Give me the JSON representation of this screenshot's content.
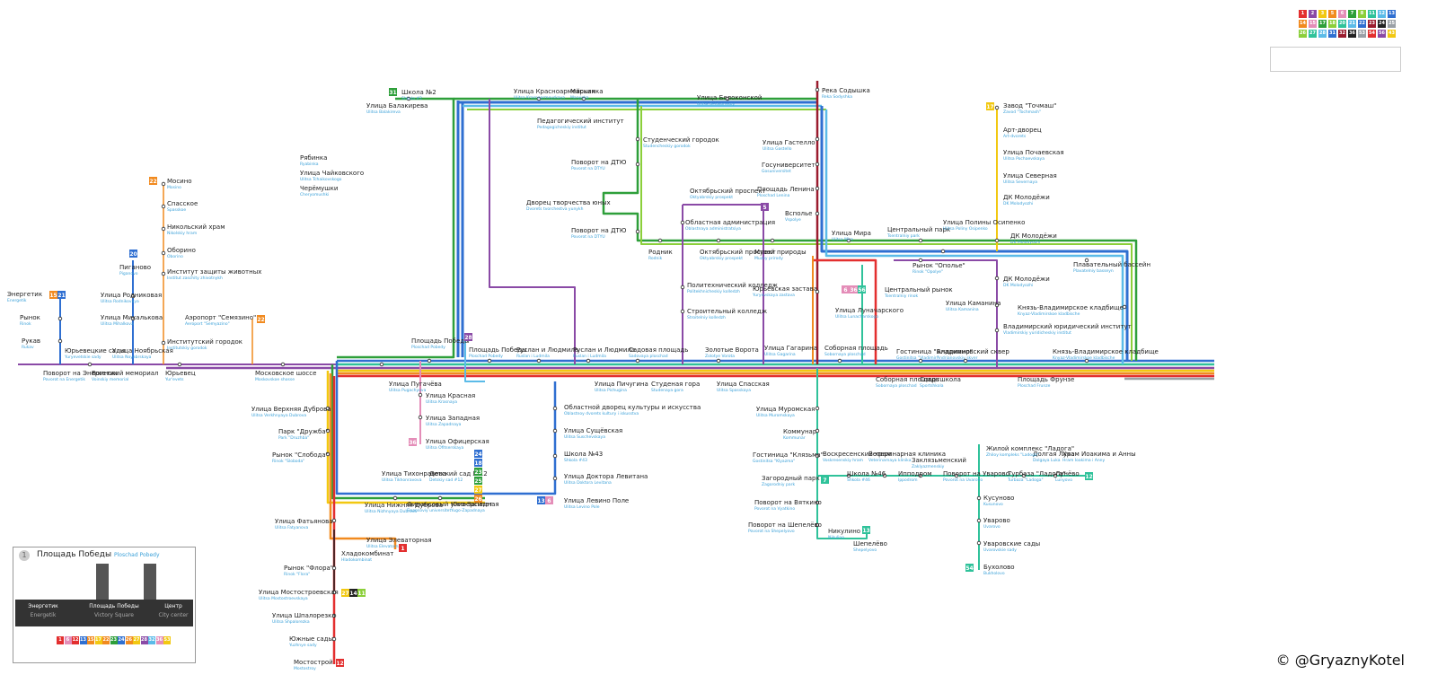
{
  "credit": "© @GryaznyKotel",
  "colors": {
    "red": "#e32f2f",
    "orange": "#f18a1f",
    "yellow": "#f2c811",
    "green": "#2e9f3a",
    "lightgreen": "#8bcf3a",
    "blue": "#2f6fd1",
    "lightblue": "#5bbbe8",
    "purple": "#8a4aa6",
    "teal": "#2fc29a",
    "pink": "#e48db8",
    "darkred": "#9b1c2e",
    "gray": "#9aa0a6",
    "black": "#222222"
  },
  "route_legend_top": [
    [
      "1",
      "2",
      "3",
      "5",
      "6",
      "7",
      "8",
      "11",
      "12",
      "13"
    ],
    [
      "14",
      "15",
      "17",
      "18",
      "20",
      "21",
      "22",
      "23",
      "24",
      "25"
    ],
    [
      "26",
      "27",
      "28",
      "31",
      "32",
      "36",
      "53",
      "54",
      "56",
      "43"
    ]
  ],
  "stations": [
    {
      "id": "school2",
      "name": "Школа №2",
      "tr": "Shkola #2"
    },
    {
      "id": "balakireva",
      "name": "Улица Балакирева",
      "tr": "Ulitsa Balakireva"
    },
    {
      "id": "krasnoarm",
      "name": "Улица Красноармейская",
      "tr": "Ulitsa Krasnoarmeyskaya"
    },
    {
      "id": "maryinka",
      "name": "Марьинка",
      "tr": "Maryinka"
    },
    {
      "id": "belokonskoy",
      "name": "Улица Белоконской",
      "tr": "Ulitsa Belokonskoy"
    },
    {
      "id": "sodyshka",
      "name": "Река Содышка",
      "tr": "Reka Sodyshka"
    },
    {
      "id": "zavod",
      "name": "Завод \"Точмаш\"",
      "tr": "Zavod \"Tochmash\""
    },
    {
      "id": "pedinst",
      "name": "Педагогический институт",
      "tr": "Pedagogicheskiy institut"
    },
    {
      "id": "studgorod",
      "name": "Студенческий городок",
      "tr": "Studencheskiy gorodok"
    },
    {
      "id": "gastello",
      "name": "Улица Гастелло",
      "tr": "Ulitsa Gastello"
    },
    {
      "id": "gosuni",
      "name": "Госуниверситет",
      "tr": "Gosuniversitet"
    },
    {
      "id": "lenina",
      "name": "Площадь Ленина",
      "tr": "Ploschad Lenina"
    },
    {
      "id": "vspolye",
      "name": "Всполье",
      "tr": "Vspolye"
    },
    {
      "id": "artdvorets",
      "name": "Арт-дворец",
      "tr": "Art-dvorets"
    },
    {
      "id": "pochaevskaya",
      "name": "Улица Почаевская",
      "tr": "Ulitsa Pochaevskaya"
    },
    {
      "id": "severnaya",
      "name": "Улица Северная",
      "tr": "Ulitsa Severnaya"
    },
    {
      "id": "dkmolod1",
      "name": "ДК Молодёжи",
      "tr": "DK Molodyozhi"
    },
    {
      "id": "mosino",
      "name": "Мосино",
      "tr": "Mosino"
    },
    {
      "id": "spasskoe",
      "name": "Спасское",
      "tr": "Spasskoe"
    },
    {
      "id": "nikolskiy",
      "name": "Никольский храм",
      "tr": "Nikolskiy hram"
    },
    {
      "id": "oborino",
      "name": "Оборино",
      "tr": "Oborino"
    },
    {
      "id": "institut_zh",
      "name": "Институт защиты животных",
      "tr": "Institut zaschity zhivotnykh"
    },
    {
      "id": "piganovo",
      "name": "Пиганово",
      "tr": "Piganovo"
    },
    {
      "id": "rodnikovaya",
      "name": "Улица Родниковая",
      "tr": "Ulitsa Rodnikovaya"
    },
    {
      "id": "mihalkova",
      "name": "Улица Михалькова",
      "tr": "Ulitsa Mihalkova"
    },
    {
      "id": "aeroport",
      "name": "Аэропорт \"Семязино\"",
      "tr": "Aeroport \"Semyazino\""
    },
    {
      "id": "instgorodok",
      "name": "Институтский городок",
      "tr": "Institutskiy gorodok"
    },
    {
      "id": "energetik",
      "name": "Энергетик",
      "tr": "Energetik"
    },
    {
      "id": "rynok",
      "name": "Рынок",
      "tr": "Rinok"
    },
    {
      "id": "rukav",
      "name": "Рукав",
      "tr": "Rukav"
    },
    {
      "id": "ryabinka",
      "name": "Рябинка",
      "tr": "Ryabinka"
    },
    {
      "id": "chaykovskogo",
      "name": "Улица Чайковского",
      "tr": "Ulitsa Tchaikovskogo"
    },
    {
      "id": "cheremushki",
      "name": "Черёмушки",
      "tr": "Cheryomushki"
    },
    {
      "id": "dtyu1",
      "name": "Поворот на ДТЮ",
      "tr": "Povorot na DTYU"
    },
    {
      "id": "dvorets_yun",
      "name": "Дворец творчества юных",
      "tr": "Dvorets tvorchestva yunykh"
    },
    {
      "id": "dtyu2",
      "name": "Поворот на ДТЮ",
      "tr": "Povorot na DTYU"
    },
    {
      "id": "oktyabr",
      "name": "Октябрьский проспект",
      "tr": "Oktyabrskiy prospekt"
    },
    {
      "id": "oblast_adm",
      "name": "Областная администрация",
      "tr": "Oblastnaya administratsiya"
    },
    {
      "id": "rodnik",
      "name": "Родник",
      "tr": "Rodnik"
    },
    {
      "id": "oktyabr2",
      "name": "Октябрьский проспект",
      "tr": "Oktyabrskiy prospekt"
    },
    {
      "id": "muzey",
      "name": "Музей природы",
      "tr": "Muzey prirody"
    },
    {
      "id": "mira",
      "name": "Улица Мира",
      "tr": "Ulitsa Mira"
    },
    {
      "id": "tspark",
      "name": "Центральный парк",
      "tr": "Tsentralniy park"
    },
    {
      "id": "osipenko",
      "name": "Улица Полины Осипенко",
      "tr": "Ulitsa Poliny Osipenko"
    },
    {
      "id": "dkmolod2",
      "name": "ДК Молодёжи",
      "tr": "DK Molodyozhi"
    },
    {
      "id": "opole",
      "name": "Рынок \"Ополье\"",
      "tr": "Rinok \"Opolye\""
    },
    {
      "id": "dkmolod3",
      "name": "ДК Молодёжи",
      "tr": "DK Molodyozhi"
    },
    {
      "id": "basseyn",
      "name": "Плавательный бассейн",
      "tr": "Plavatelniy basseyn"
    },
    {
      "id": "polytech",
      "name": "Политехнический колледж",
      "tr": "Politekhnicheskiy kolledzh"
    },
    {
      "id": "stroit",
      "name": "Строительный колледж",
      "tr": "Stroitelniy kolledzh"
    },
    {
      "id": "yuryev_zast",
      "name": "Юрьевская застава",
      "tr": "Yuryevskaya zastava"
    },
    {
      "id": "lunacharskogo",
      "name": "Улица Луначарского",
      "tr": "Ulitsa Lunacharskogo"
    },
    {
      "id": "ts_rynok",
      "name": "Центральный рынок",
      "tr": "Tsentralniy rinok"
    },
    {
      "id": "kamanina",
      "name": "Улица Каманина",
      "tr": "Ulitsa Kamanina"
    },
    {
      "id": "kladbische1",
      "name": "Князь-Владимирское кладбище",
      "tr": "Knyaz-Vladimirskoe kladbische"
    },
    {
      "id": "yur_inst",
      "name": "Владимирский юридический институт",
      "tr": "Vladimirskiy yuridicheskiy institut"
    },
    {
      "id": "ploschad_pob",
      "name": "Площадь Победы",
      "tr": "Ploschad Pobedy"
    },
    {
      "id": "ploschad_pob2",
      "name": "Площадь Победы",
      "tr": "Ploschad Pobedy"
    },
    {
      "id": "ruslan",
      "name": "Руслан и Людмила",
      "tr": "Ruslan i Ludmila"
    },
    {
      "id": "ruslan2",
      "name": "Руслан и Людмила",
      "tr": "Ruslan i Ludmila"
    },
    {
      "id": "sadovaya",
      "name": "Садовая площадь",
      "tr": "Sadovaya ploschad"
    },
    {
      "id": "zolotye",
      "name": "Золотые Ворота",
      "tr": "Zolotye Vorota"
    },
    {
      "id": "gagarina",
      "name": "Улица Гагарина",
      "tr": "Ulitsa Gagarina"
    },
    {
      "id": "sobornaya1",
      "name": "Соборная площадь",
      "tr": "Sobornaya ploschad"
    },
    {
      "id": "gost_vladimir",
      "name": "Гостиница \"Владимир\"",
      "tr": "Gostinitsa \"Vladimir\""
    },
    {
      "id": "andrian",
      "name": "Андриановский сквер",
      "tr": "Andrianovskiy skver"
    },
    {
      "id": "kladbische2",
      "name": "Князь-Владимирское кладбище",
      "tr": "Knyaz-Vladimirskoe kladbische"
    },
    {
      "id": "yuryevets",
      "name": "Юрьевец",
      "tr": "Yur'evets"
    },
    {
      "id": "mosk_shosse",
      "name": "Московское шоссе",
      "tr": "Moskovskoe shosse"
    },
    {
      "id": "povorot_en",
      "name": "Поворот на Энергетик",
      "tr": "Povorot na Energetik"
    },
    {
      "id": "yuryev_sady",
      "name": "Юрьевецкие сады",
      "tr": "Yuryevetskie sady"
    },
    {
      "id": "voinskiy",
      "name": "Воинский мемориал",
      "tr": "Voinskiy memorial"
    },
    {
      "id": "noyabrskaya",
      "name": "Улица Ноябрьская",
      "tr": "Ulitsa Noyabrskaya"
    },
    {
      "id": "pugachyova",
      "name": "Улица Пугачёва",
      "tr": "Ulitsa Pugachyova"
    },
    {
      "id": "krasnaya",
      "name": "Улица Красная",
      "tr": "Ulitsa Krasnaya"
    },
    {
      "id": "zapadnaya",
      "name": "Улица Западная",
      "tr": "Ulitsa Zapadnaya"
    },
    {
      "id": "ofitserskaya",
      "name": "Улица Офицерская",
      "tr": "Ulitsa Ofitserskaya"
    },
    {
      "id": "pichugina",
      "name": "Улица Пичугина",
      "tr": "Ulitsa Pichugina"
    },
    {
      "id": "studgora",
      "name": "Студеная гора",
      "tr": "Studenaya gora"
    },
    {
      "id": "spasskaya",
      "name": "Улица Спасская",
      "tr": "Ulitsa Spasskaya"
    },
    {
      "id": "sobornaya2",
      "name": "Соборная площадь",
      "tr": "Sobornaya ploschad"
    },
    {
      "id": "sportshkola",
      "name": "Спортшкола",
      "tr": "Sportshkola"
    },
    {
      "id": "frunze",
      "name": "Площадь Фрунзе",
      "tr": "Ploschad Frunze"
    },
    {
      "id": "obl_dvorets",
      "name": "Областной дворец культуры и искусства",
      "tr": "Oblastnoy dvorets kultury i iskusstva"
    },
    {
      "id": "muromskaya",
      "name": "Улица Муромская",
      "tr": "Ulitsa Muromskaya"
    },
    {
      "id": "verh_dubrova",
      "name": "Улица Верхняя Дуброва",
      "tr": "Ulitsa Verkhnyaya Dubrova"
    },
    {
      "id": "druzhba",
      "name": "Парк \"Дружба\"",
      "tr": "Park \"Druzhba\""
    },
    {
      "id": "sloboda",
      "name": "Рынок \"Слобода\"",
      "tr": "Rinok \"Sloboda\""
    },
    {
      "id": "suschevskaya",
      "name": "Улица Сущёвская",
      "tr": "Ulitsa Suschevskaya"
    },
    {
      "id": "school43",
      "name": "Школа №43",
      "tr": "Shkola #43"
    },
    {
      "id": "levitana",
      "name": "Улица Доктора Левитана",
      "tr": "Ulitsa Doktora Levitana"
    },
    {
      "id": "levino",
      "name": "Улица Левино Поле",
      "tr": "Ulitsa Levino Pole"
    },
    {
      "id": "kommunar",
      "name": "Коммунар",
      "tr": "Kommunar"
    },
    {
      "id": "klyazma",
      "name": "Гостиница \"Клязьма\"",
      "tr": "Gostinitsa \"Klyazma\""
    },
    {
      "id": "zagorodniy",
      "name": "Загородный парк",
      "tr": "Zagorodniy park"
    },
    {
      "id": "vyatkino",
      "name": "Поворот на Вяткино",
      "tr": "Povorot na Vyatkino"
    },
    {
      "id": "shepelevo_p",
      "name": "Поворот на Шепелёво",
      "tr": "Povorot na Shepelyovo"
    },
    {
      "id": "nikulino",
      "name": "Никулино",
      "tr": "Nikulino"
    },
    {
      "id": "shepelevo",
      "name": "Шепелёво",
      "tr": "Shepelyovo"
    },
    {
      "id": "voskres",
      "name": "Воскресенский храм",
      "tr": "Voskresenskiy hram"
    },
    {
      "id": "school46",
      "name": "Школа №46",
      "tr": "Shkola #46"
    },
    {
      "id": "veterinar",
      "name": "Ветеринарная клиника",
      "tr": "Veterinarnaya klinika"
    },
    {
      "id": "ippodrom",
      "name": "Ипподром",
      "tr": "Ippodrom"
    },
    {
      "id": "zaklyazm",
      "name": "Заклязьменский",
      "tr": "Zaklyazmenskiy"
    },
    {
      "id": "uvarovo_p",
      "name": "Поворот на Уварово",
      "tr": "Povorot na Uvarovo"
    },
    {
      "id": "ladoga",
      "name": "Жилой комплекс \"Ладога\"",
      "tr": "Zhiloy kompleks \"Ladoga\""
    },
    {
      "id": "turbaza",
      "name": "Турбаза \"Ладога\"",
      "tr": "Turbaza \"Ladoga\""
    },
    {
      "id": "dolgaya",
      "name": "Долгая Лука",
      "tr": "Dolgaya Luka"
    },
    {
      "id": "lunevo",
      "name": "Лунёво",
      "tr": "Lunyovo"
    },
    {
      "id": "ioakim",
      "name": "Храм Иоакима и Анны",
      "tr": "Hram Ioakima i Anny"
    },
    {
      "id": "kusunovo",
      "name": "Кусуново",
      "tr": "Kusunovo"
    },
    {
      "id": "uvarovo",
      "name": "Уварово",
      "tr": "Uvarovo"
    },
    {
      "id": "uvarov_sady",
      "name": "Уваровские сады",
      "tr": "Uvarovskie sady"
    },
    {
      "id": "buholovo",
      "name": "Бухолово",
      "tr": "Bukholovo"
    },
    {
      "id": "tihonravova",
      "name": "Улица Тихонравова",
      "tr": "Ulitsa Tikhonravova"
    },
    {
      "id": "detsad12",
      "name": "Детский сад №12",
      "tr": "Detskiy sad #12"
    },
    {
      "id": "nizh_dubrova",
      "name": "Улица Нижняя Дуброва",
      "tr": "Ulitsa Nizhnyaya Dubrova"
    },
    {
      "id": "fin_univ",
      "name": "Финансовый университет",
      "tr": "Finansoviy universitet"
    },
    {
      "id": "yugo_zap",
      "name": "Юго-Западная",
      "tr": "Yugo-Zapadnaya"
    },
    {
      "id": "fatyanova",
      "name": "Улица Фатьянова",
      "tr": "Ulitsa Fatyanova"
    },
    {
      "id": "elevatornaya",
      "name": "Улица Элеваторная",
      "tr": "Ulitsa Elevatornaya"
    },
    {
      "id": "hladokomb",
      "name": "Хладокомбинат",
      "tr": "Hladokombinat"
    },
    {
      "id": "flora",
      "name": "Рынок \"Флора\"",
      "tr": "Rinok \"Flora\""
    },
    {
      "id": "mostostr",
      "name": "Улица Мостостроевская",
      "tr": "Ulitsa Mostostroevskaya"
    },
    {
      "id": "shpalo",
      "name": "Улица Шпалорезка",
      "tr": "Ulitsa Shpalorezka"
    },
    {
      "id": "yuzh_sady",
      "name": "Южные сады",
      "tr": "Yuzhnye sady"
    },
    {
      "id": "mostostroy",
      "name": "Мостострой",
      "tr": "Mostostroy"
    }
  ],
  "route_badges": [
    {
      "label": "31",
      "color": "#2e9f3a"
    },
    {
      "label": "17",
      "color": "#f2c811"
    },
    {
      "label": "22",
      "color": "#f18a1f"
    },
    {
      "label": "20",
      "color": "#2f6fd1"
    },
    {
      "label": "15",
      "color": "#f18a1f"
    },
    {
      "label": "21",
      "color": "#2f6fd1"
    },
    {
      "label": "22",
      "color": "#f18a1f"
    },
    {
      "label": "28",
      "color": "#8a4aa6"
    },
    {
      "label": "5",
      "color": "#8a4aa6"
    },
    {
      "label": "6",
      "color": "#e48db8"
    },
    {
      "label": "36",
      "color": "#e48db8"
    },
    {
      "label": "56",
      "color": "#2fc29a"
    },
    {
      "label": "7",
      "color": "#2fc29a"
    },
    {
      "label": "13",
      "color": "#2fc29a"
    },
    {
      "label": "54",
      "color": "#2fc29a"
    },
    {
      "label": "12",
      "color": "#2fc29a"
    },
    {
      "label": "24",
      "color": "#2f6fd1"
    },
    {
      "label": "18",
      "color": "#2f6fd1"
    },
    {
      "label": "23",
      "color": "#2e9f3a"
    },
    {
      "label": "25",
      "color": "#2e9f3a"
    },
    {
      "label": "27",
      "color": "#f2c811"
    },
    {
      "label": "26",
      "color": "#f18a1f"
    },
    {
      "label": "1",
      "color": "#e32f2f"
    },
    {
      "label": "12",
      "color": "#e32f2f"
    },
    {
      "label": "13",
      "color": "#2f6fd1"
    },
    {
      "label": "6",
      "color": "#e48db8"
    },
    {
      "label": "36",
      "color": "#e48db8"
    },
    {
      "label": "27",
      "color": "#f2c811"
    },
    {
      "label": "14",
      "color": "#222222"
    },
    {
      "label": "11",
      "color": "#8bcf3a"
    }
  ],
  "inset": {
    "badge": "1",
    "title": "Площадь Победы",
    "title_tr": "Ploschad Pobedy",
    "left_label": "Энергетик",
    "left_tr": "Energetik",
    "center_label": "Площадь Победы",
    "center_tr": "Victory Square",
    "right_label": "Центр",
    "right_tr": "City center",
    "routes_bottom": [
      "1",
      "6",
      "12",
      "13",
      "15",
      "17",
      "22",
      "23",
      "24",
      "26",
      "27",
      "28",
      "32",
      "36",
      "53"
    ]
  }
}
